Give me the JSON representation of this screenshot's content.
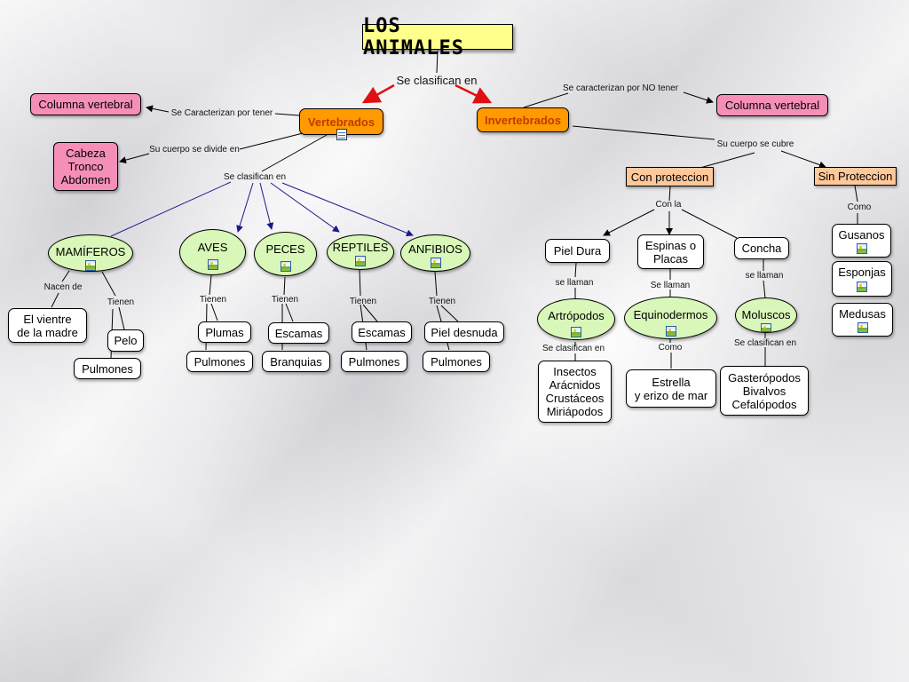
{
  "title": "LOS ANIMALES",
  "nodes": {
    "vertebrados": "Vertebrados",
    "invertebrados": "Invertebrados",
    "columna_left": "Columna vertebral",
    "columna_right": "Columna vertebral",
    "cabeza": "Cabeza\nTronco\nAbdomen",
    "mamiferos": "MAMÍFEROS",
    "aves": "AVES",
    "peces": "PECES",
    "reptiles": "REPTILES",
    "anfibios": "ANFIBIOS",
    "vientre": "El vientre\nde la madre",
    "pelo": "Pelo",
    "pulmones_mam": "Pulmones",
    "plumas": "Plumas",
    "pulmones_aves": "Pulmones",
    "escamas_peces": "Escamas",
    "branquias": "Branquias",
    "escamas_rep": "Escamas",
    "pulmones_rep": "Pulmones",
    "piel_desnuda": "Piel desnuda",
    "pulmones_anf": "Pulmones",
    "con_proteccion": "Con proteccion",
    "sin_proteccion": "Sin Proteccion",
    "piel_dura": "Piel Dura",
    "espinas": "Espinas o\nPlacas",
    "concha": "Concha",
    "artropodos": "Artrópodos",
    "equinodermos": "Equinodermos",
    "moluscos": "Moluscos",
    "insectos": "Insectos\nArácnidos\nCrustáceos\nMiriápodos",
    "estrella": "Estrella\ny erizo de mar",
    "gasteropodos": "Gasterópodos\nBivalvos\nCefalópodos",
    "gusanos": "Gusanos",
    "esponjas": "Esponjas",
    "medusas": "Medusas"
  },
  "links": {
    "se_clasifican_top": "Se clasifican en",
    "caracterizan_tener": "Se Caracterizan por tener",
    "caracterizan_no": "Se caracterizan por NO tener",
    "cuerpo_divide": "Su cuerpo se divide en",
    "se_clasifican_vert": "Se clasifican en",
    "cuerpo_cubre": "Su cuerpo se cubre",
    "nacen_de": "Nacen de",
    "tienen_mam": "Tienen",
    "tienen_aves": "Tienen",
    "tienen_peces": "Tienen",
    "tienen_rep": "Tienen",
    "tienen_anf": "Tienen",
    "con_la": "Con la",
    "como_sin": "Como",
    "se_llaman_1": "se llaman",
    "se_llaman_2": "Se llaman",
    "se_llaman_3": "se llaman",
    "se_clasifican_art": "Se clasifican en",
    "como_equi": "Como",
    "se_clasifican_mol": "Se clasifican en"
  },
  "colors": {
    "pink": "#f58fb8",
    "orange": "#ff9a00",
    "green_oval": "#d8f7b8",
    "peach": "#ffc89a",
    "title_bg": "#ffff8c",
    "red_arrow": "#e01010",
    "blue_arrow": "#1a1a8c"
  }
}
